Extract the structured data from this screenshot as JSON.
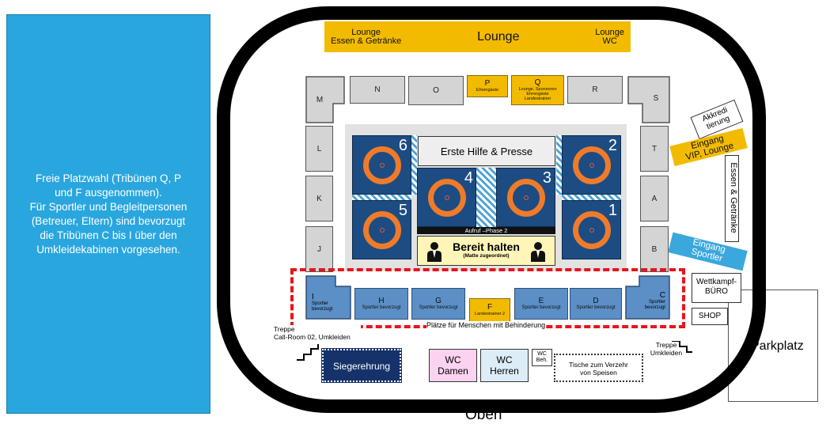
{
  "info_text": "Freie Platzwahl (Tribünen Q, P\nund F ausgenommen).\nFür Sportler und Begleitpersonen\n(Betreuer, Eltern) sind bevorzugt\ndie Tribünen C bis I über den\nUmkleidekabinen vorgesehen.",
  "lounge": {
    "left_line1": "Lounge",
    "left_line2": "Essen & Getränke",
    "center": "Lounge",
    "right_line1": "Lounge",
    "right_line2": "WC"
  },
  "tribunes_gray": {
    "M": "M",
    "N": "N",
    "O": "O",
    "R": "R",
    "S": "S",
    "L": "L",
    "K": "K",
    "J": "J",
    "T": "T",
    "A": "A",
    "B": "B"
  },
  "tribunes_yellow": {
    "P": {
      "label": "P",
      "sub": "Ehrengäste"
    },
    "Q": {
      "label": "Q",
      "sub1": "Lounge, Sponsoren",
      "sub2": "Ehrengäste",
      "sub3": "Landestrainer"
    },
    "F": {
      "label": "F",
      "sub": "Landestrainer 2"
    }
  },
  "tribunes_blue": {
    "I": {
      "label": "I",
      "sub1": "Sportler",
      "sub2": "bevorzugt"
    },
    "H": {
      "label": "H",
      "sub": "Sportler bevorzugt"
    },
    "G": {
      "label": "G",
      "sub": "Sportler bevorzugt"
    },
    "E": {
      "label": "E",
      "sub": "Sportler bevorzugt"
    },
    "D": {
      "label": "D",
      "sub": "Sportler bevorzugt"
    },
    "C": {
      "label": "C",
      "sub1": "Sportler",
      "sub2": "bevorzugt"
    }
  },
  "mats": [
    "1",
    "2",
    "3",
    "4",
    "5",
    "6"
  ],
  "first_aid": "Erste Hilfe & Presse",
  "call_bar": "Aufruf –Phase 2",
  "ready_title": "Bereit halten",
  "ready_sub": "(Matte zugeordnet)",
  "accreditation": "Akkredi\ntierung",
  "entrance_vip": "Eingang\nVIP, Lounge",
  "essen_vertical": "Essen & Getränke",
  "entrance_athletes": "Eingang\nSportler",
  "office": "Wettkampf-\nBÜRO",
  "shop": "SHOP",
  "parking": "Parkplatz",
  "disabled_places": "Plätze für Menschen mit Behinderung",
  "stairs_left": "Treppe\nCall-Room 02, Umkleiden",
  "stairs_right": "Treppe\nUmkleiden",
  "awards": "Siegerehrung",
  "wc_women": "WC\nDamen",
  "wc_men": "WC\nHerren",
  "wc_disabled": "WC\nBeh.",
  "tables": "Tische zum Verzehr\nvon Speisen",
  "bottom": "Oben",
  "colors": {
    "info_blue": "#2aa6df",
    "yellow": "#f2bb00",
    "mat_blue": "#1c4c82",
    "ring_orange": "#ef7b2a",
    "athlete_blue": "#5b8fc6",
    "dashed_red": "#e8141c",
    "entrance_blue": "#3aa7dd"
  }
}
